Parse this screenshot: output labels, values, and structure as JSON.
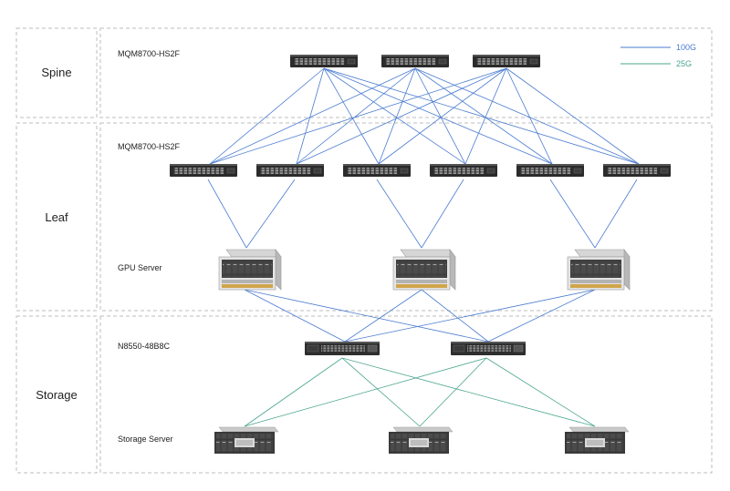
{
  "zones": [
    {
      "id": "spine",
      "label": "Spine"
    },
    {
      "id": "leaf",
      "label": "Leaf"
    },
    {
      "id": "storage",
      "label": "Storage"
    }
  ],
  "rows": {
    "spine": "MQM8700-HS2F",
    "leaf": "MQM8700-HS2F",
    "gpu": "GPU Server",
    "storage_switch": "N8550-48B8C",
    "storage_server": "Storage Server"
  },
  "legend": [
    {
      "label": "100G",
      "color": "#4a7bd0"
    },
    {
      "label": "25G",
      "color": "#4aa58f"
    }
  ],
  "colors": {
    "link_100g": "#4a7bd0",
    "link_25g": "#4aa58f",
    "border": "#bdbdbd",
    "switch_body": "#2b2b2b"
  },
  "devices": {
    "spine_switch_count": 3,
    "leaf_switch_count": 6,
    "gpu_server_count": 3,
    "storage_switch_count": 2,
    "storage_server_count": 3
  }
}
